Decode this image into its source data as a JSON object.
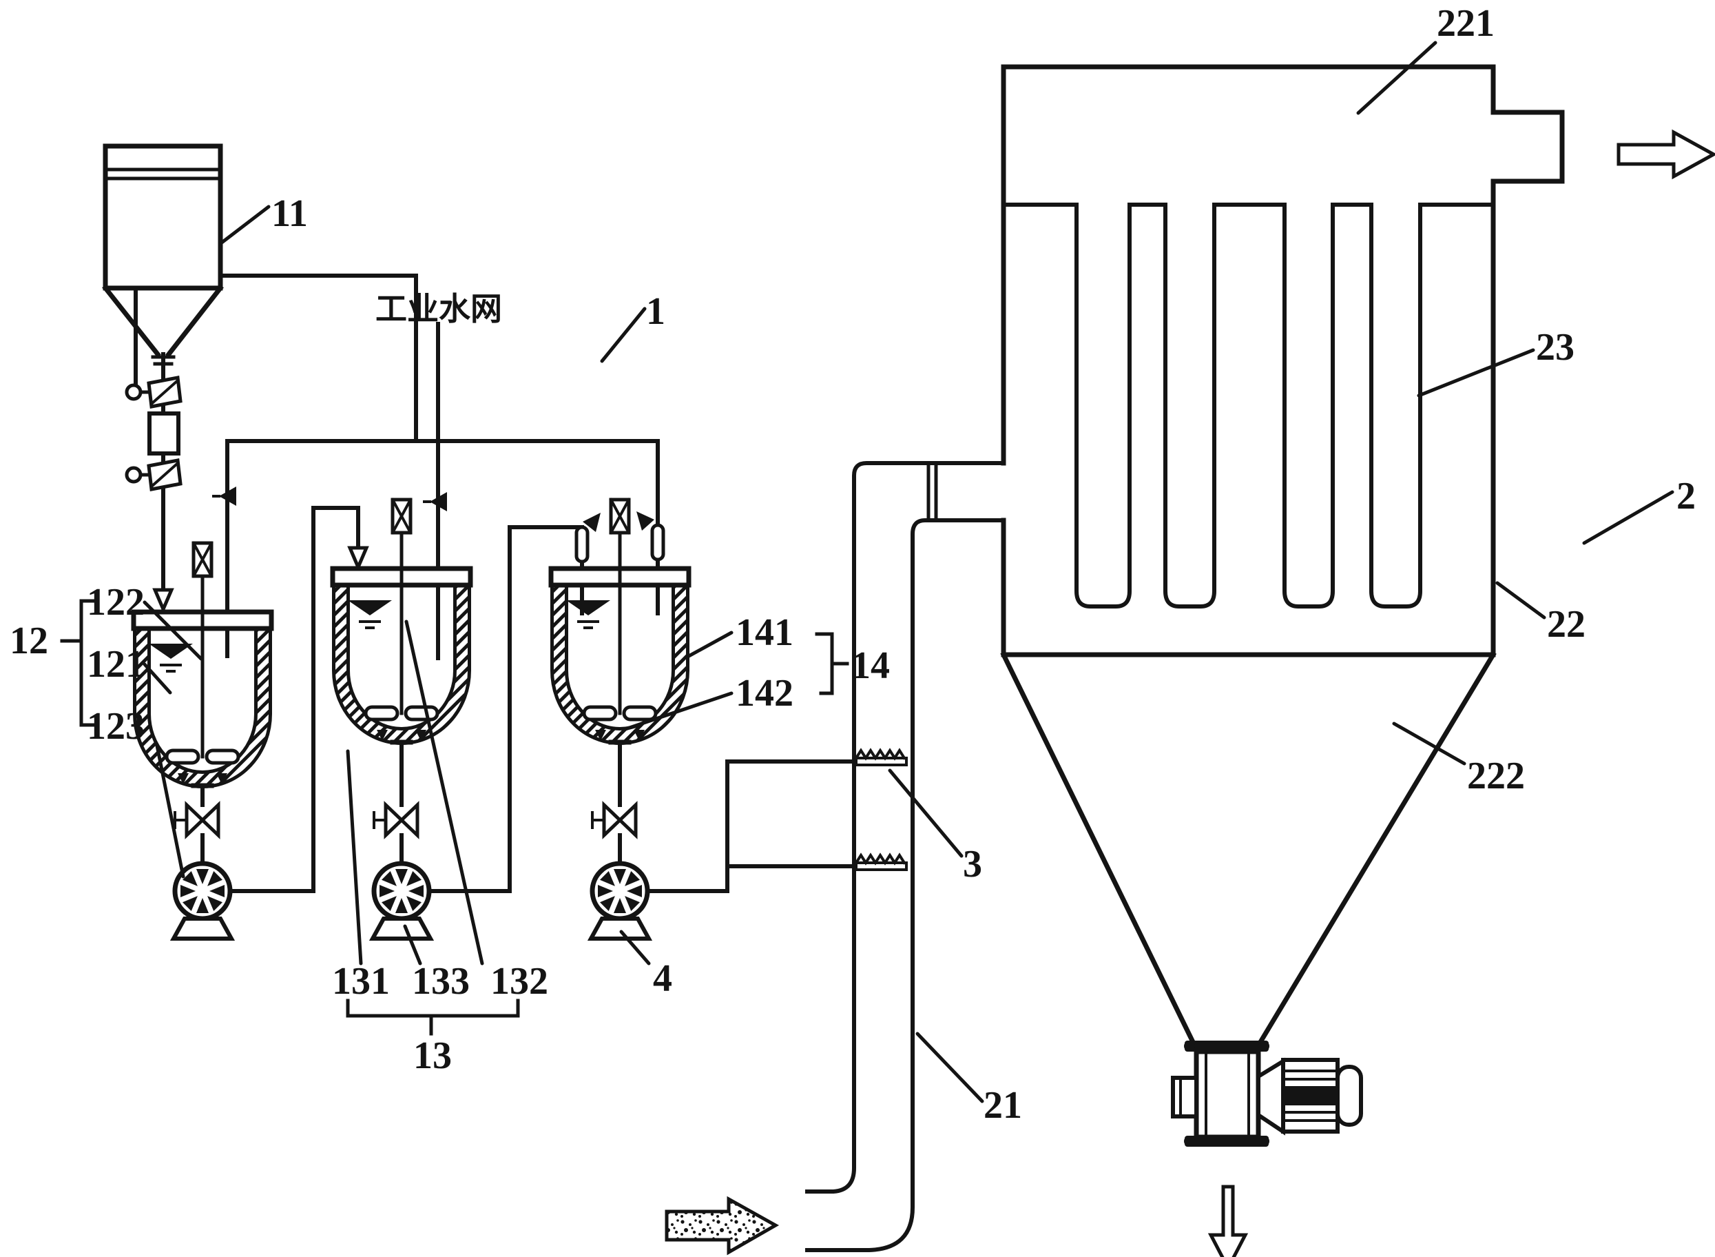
{
  "figure": {
    "kind": "patent-process-schematic",
    "subject": "slurry preparation and baghouse dust-collection system"
  },
  "colors": {
    "line": "#141414",
    "background": "#ffffff"
  },
  "labels": {
    "system": "1",
    "silo": "11",
    "water_network": "工业水网",
    "tank1_group": "12",
    "tank1_lid": "122",
    "tank1_body": "121",
    "tank1_pump": "123",
    "tank2_body": "131",
    "tank2_pump": "133",
    "tank2_agitator": "132",
    "tank2_group": "13",
    "pump3": "4",
    "tank3_body": "141",
    "tank3_agitator": "142",
    "tank3_group": "14",
    "collector": "2",
    "riser_duct": "21",
    "housing": "22",
    "clean_plenum": "221",
    "hopper": "222",
    "filter_bag": "23",
    "spray_nozzle": "3"
  },
  "symbols": {
    "inlet_arrow": "dust-laden-gas-inlet-arrow",
    "outlet_arrow": "clean-gas-outlet-arrow",
    "discharge_arrow": "dust-discharge-arrow",
    "pump": "centrifugal-pump-circle-with-impeller",
    "valve": "gate-valve-bowtie",
    "tank_wall": "hatched-vessel-wall"
  }
}
